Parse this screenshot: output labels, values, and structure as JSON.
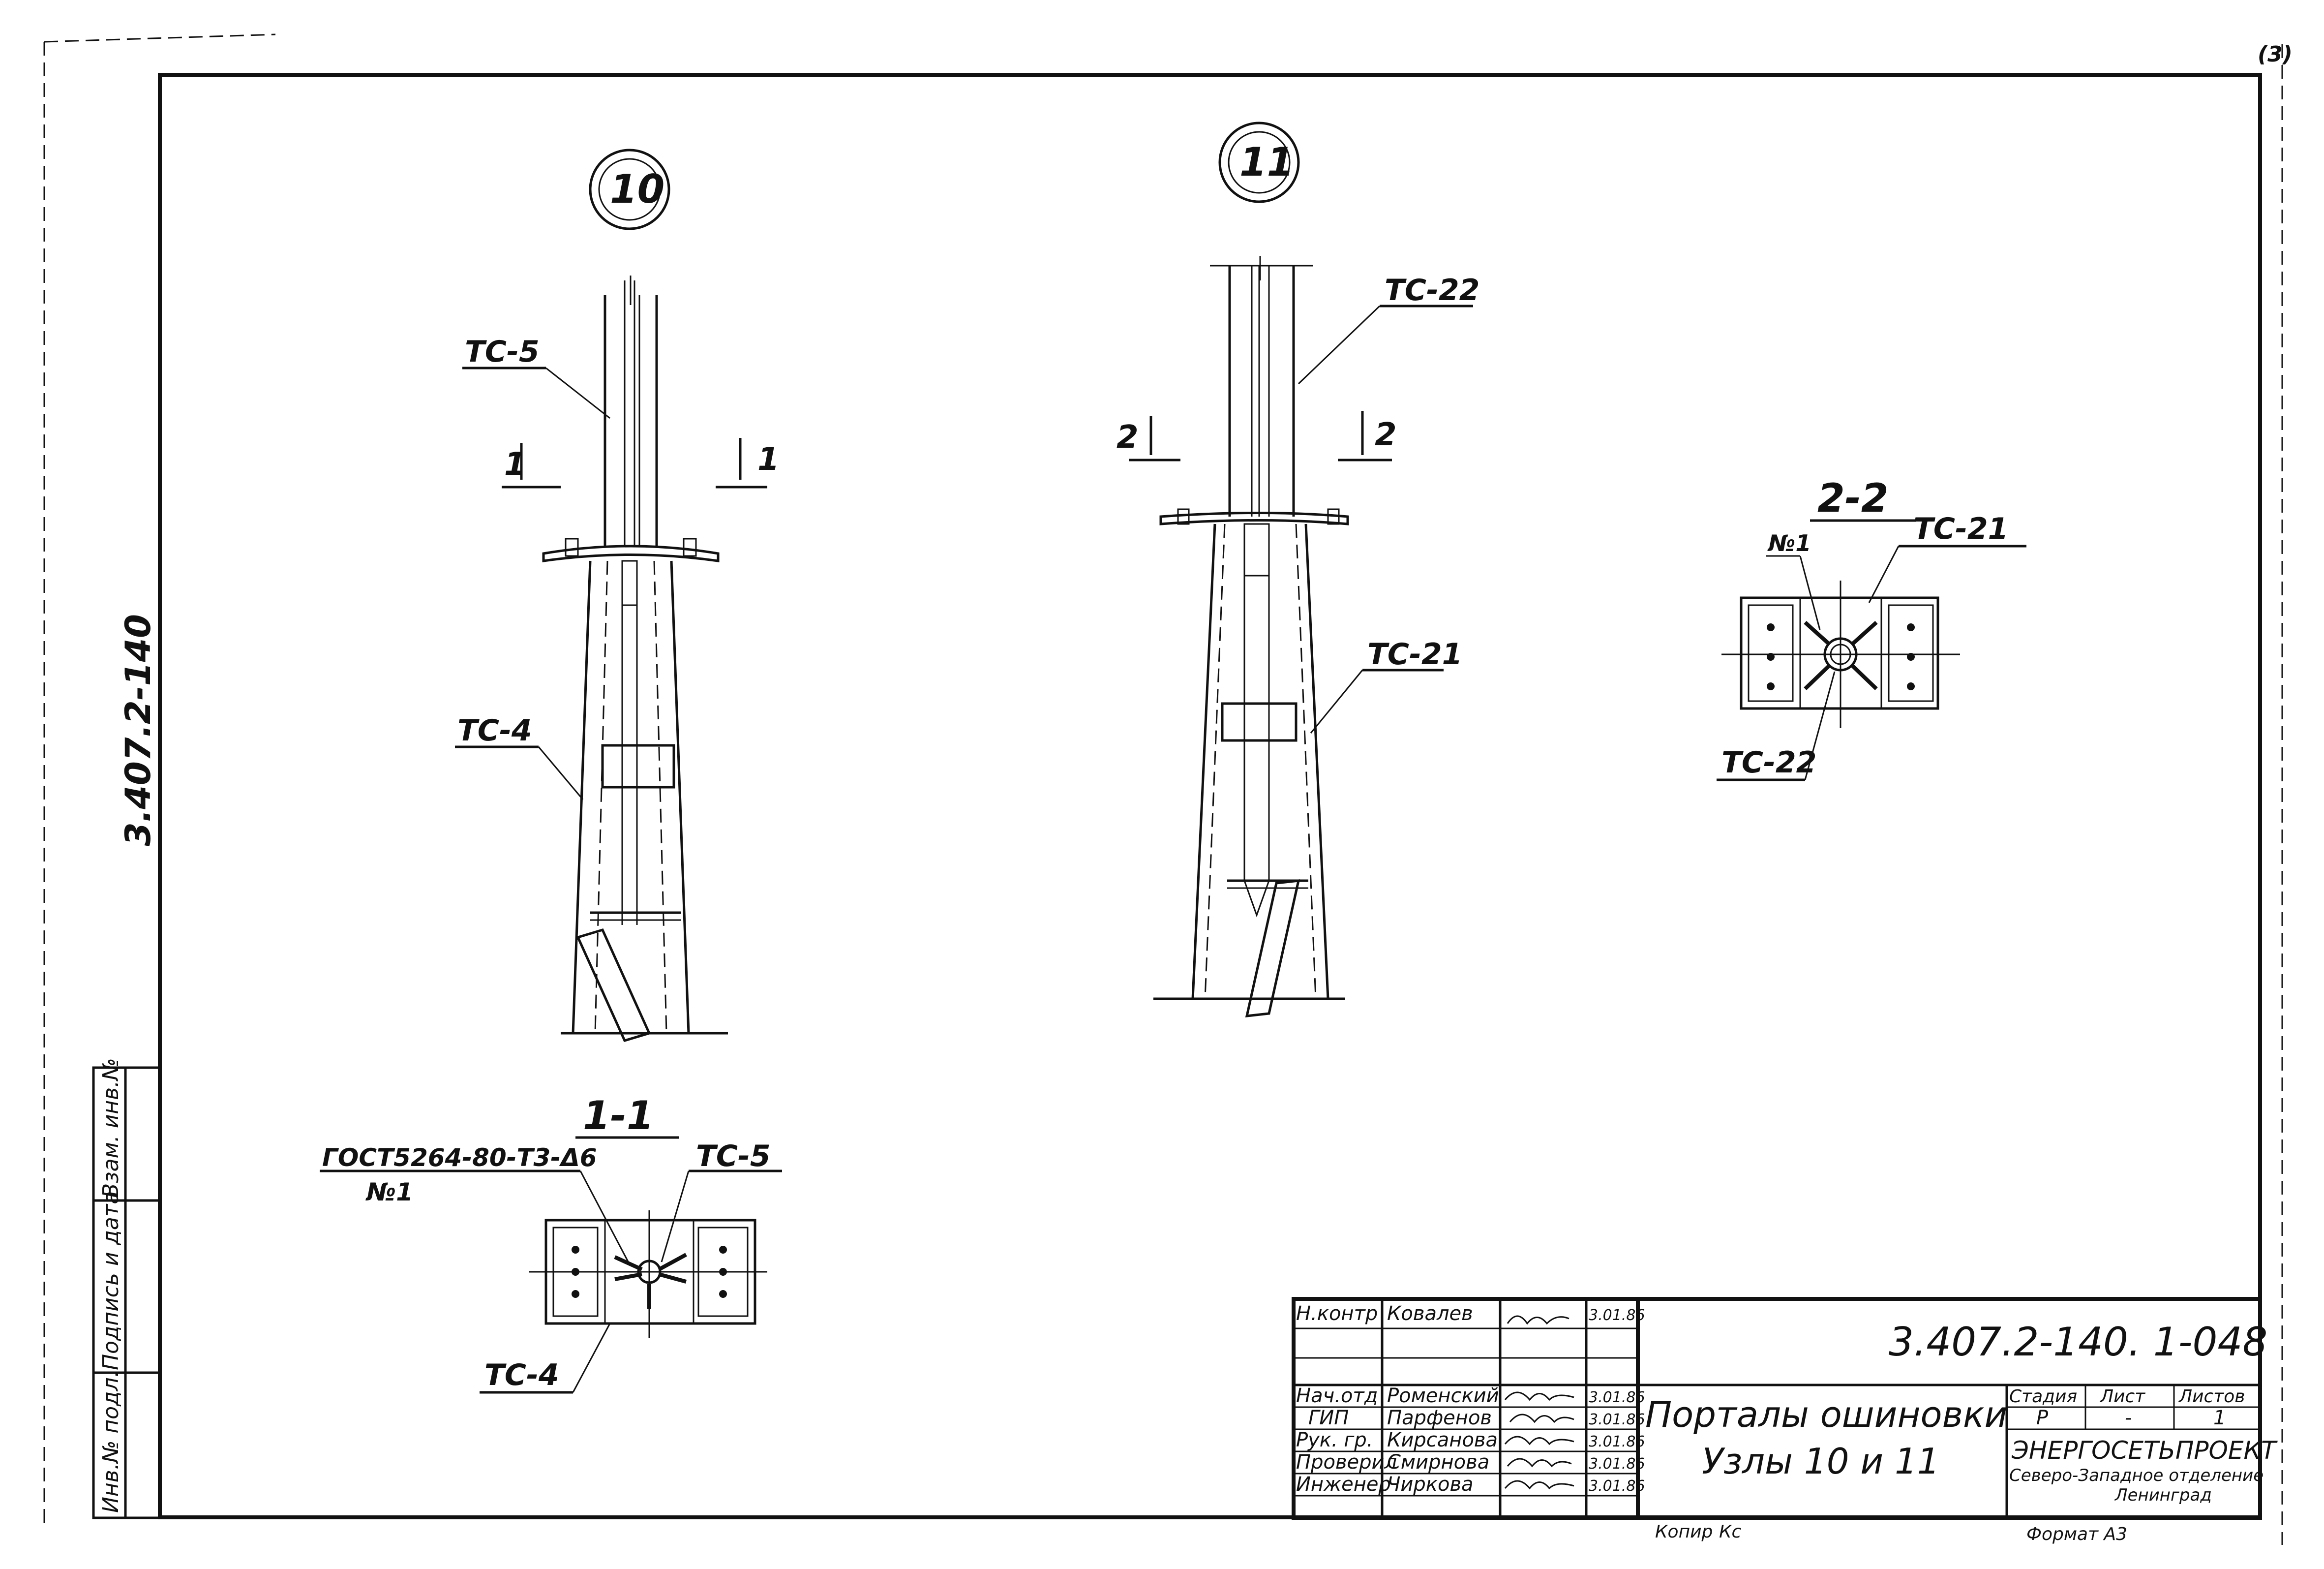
{
  "side_stamp": "3.407.2-140",
  "node_labels": {
    "node10": "10",
    "node11": "11"
  },
  "callouts": {
    "tc5_upper": "ТС-5",
    "tc4": "ТС-4",
    "tc22_upper": "ТС-22",
    "tc21_upper": "ТС-21",
    "cut1_left": "1",
    "cut1_right": "1",
    "cut2_left": "2",
    "cut2_right": "2"
  },
  "section_1_1": {
    "title": "1-1",
    "gost": "ГОСТ5264-80-Т3-Δ6",
    "gost_sub": "№1",
    "tc5": "ТС-5",
    "tc4": "ТС-4"
  },
  "section_2_2": {
    "title": "2-2",
    "n1": "№1",
    "tc21": "ТС-21",
    "tc22": "ТС-22"
  },
  "left_strip": {
    "inv_podl": "Инв.№ подл.",
    "podpis_data": "Подпись и дата",
    "vzam_inv": "Взам. инв.№"
  },
  "title_block": {
    "doc_code": "3.407.2-140. 1-048",
    "title_line1": "Порталы ошиновки",
    "title_line2": "Узлы 10 и 11",
    "stage_header": "Стадия",
    "sheet_header": "Лист",
    "sheets_header": "Листов",
    "stage_value": "Р",
    "sheet_value": "-",
    "sheets_value": "1",
    "org_line1": "ЭНЕРГОСЕТЬПРОЕКТ",
    "org_line2": "Северо-Западное отделение",
    "org_line3": "Ленинград",
    "copied": "Копир",
    "copier_sig": "Кс",
    "format": "Формат А3",
    "rows": [
      {
        "role": "Н.контр",
        "name": "Ковалев",
        "date": "3.01.86"
      },
      {
        "role": "",
        "name": "",
        "date": ""
      },
      {
        "role": "Нач.отд",
        "name": "Роменский",
        "date": "3.01.86"
      },
      {
        "role": "ГИП",
        "name": "Парфенов",
        "date": "3.01.86"
      },
      {
        "role": "Рук. гр.",
        "name": "Кирсанова",
        "date": "3.01.86"
      },
      {
        "role": "Проверил",
        "name": "Смирнова",
        "date": "3.01.86"
      },
      {
        "role": "Инженер",
        "name": "Чиркова",
        "date": "3.01.86"
      }
    ]
  }
}
